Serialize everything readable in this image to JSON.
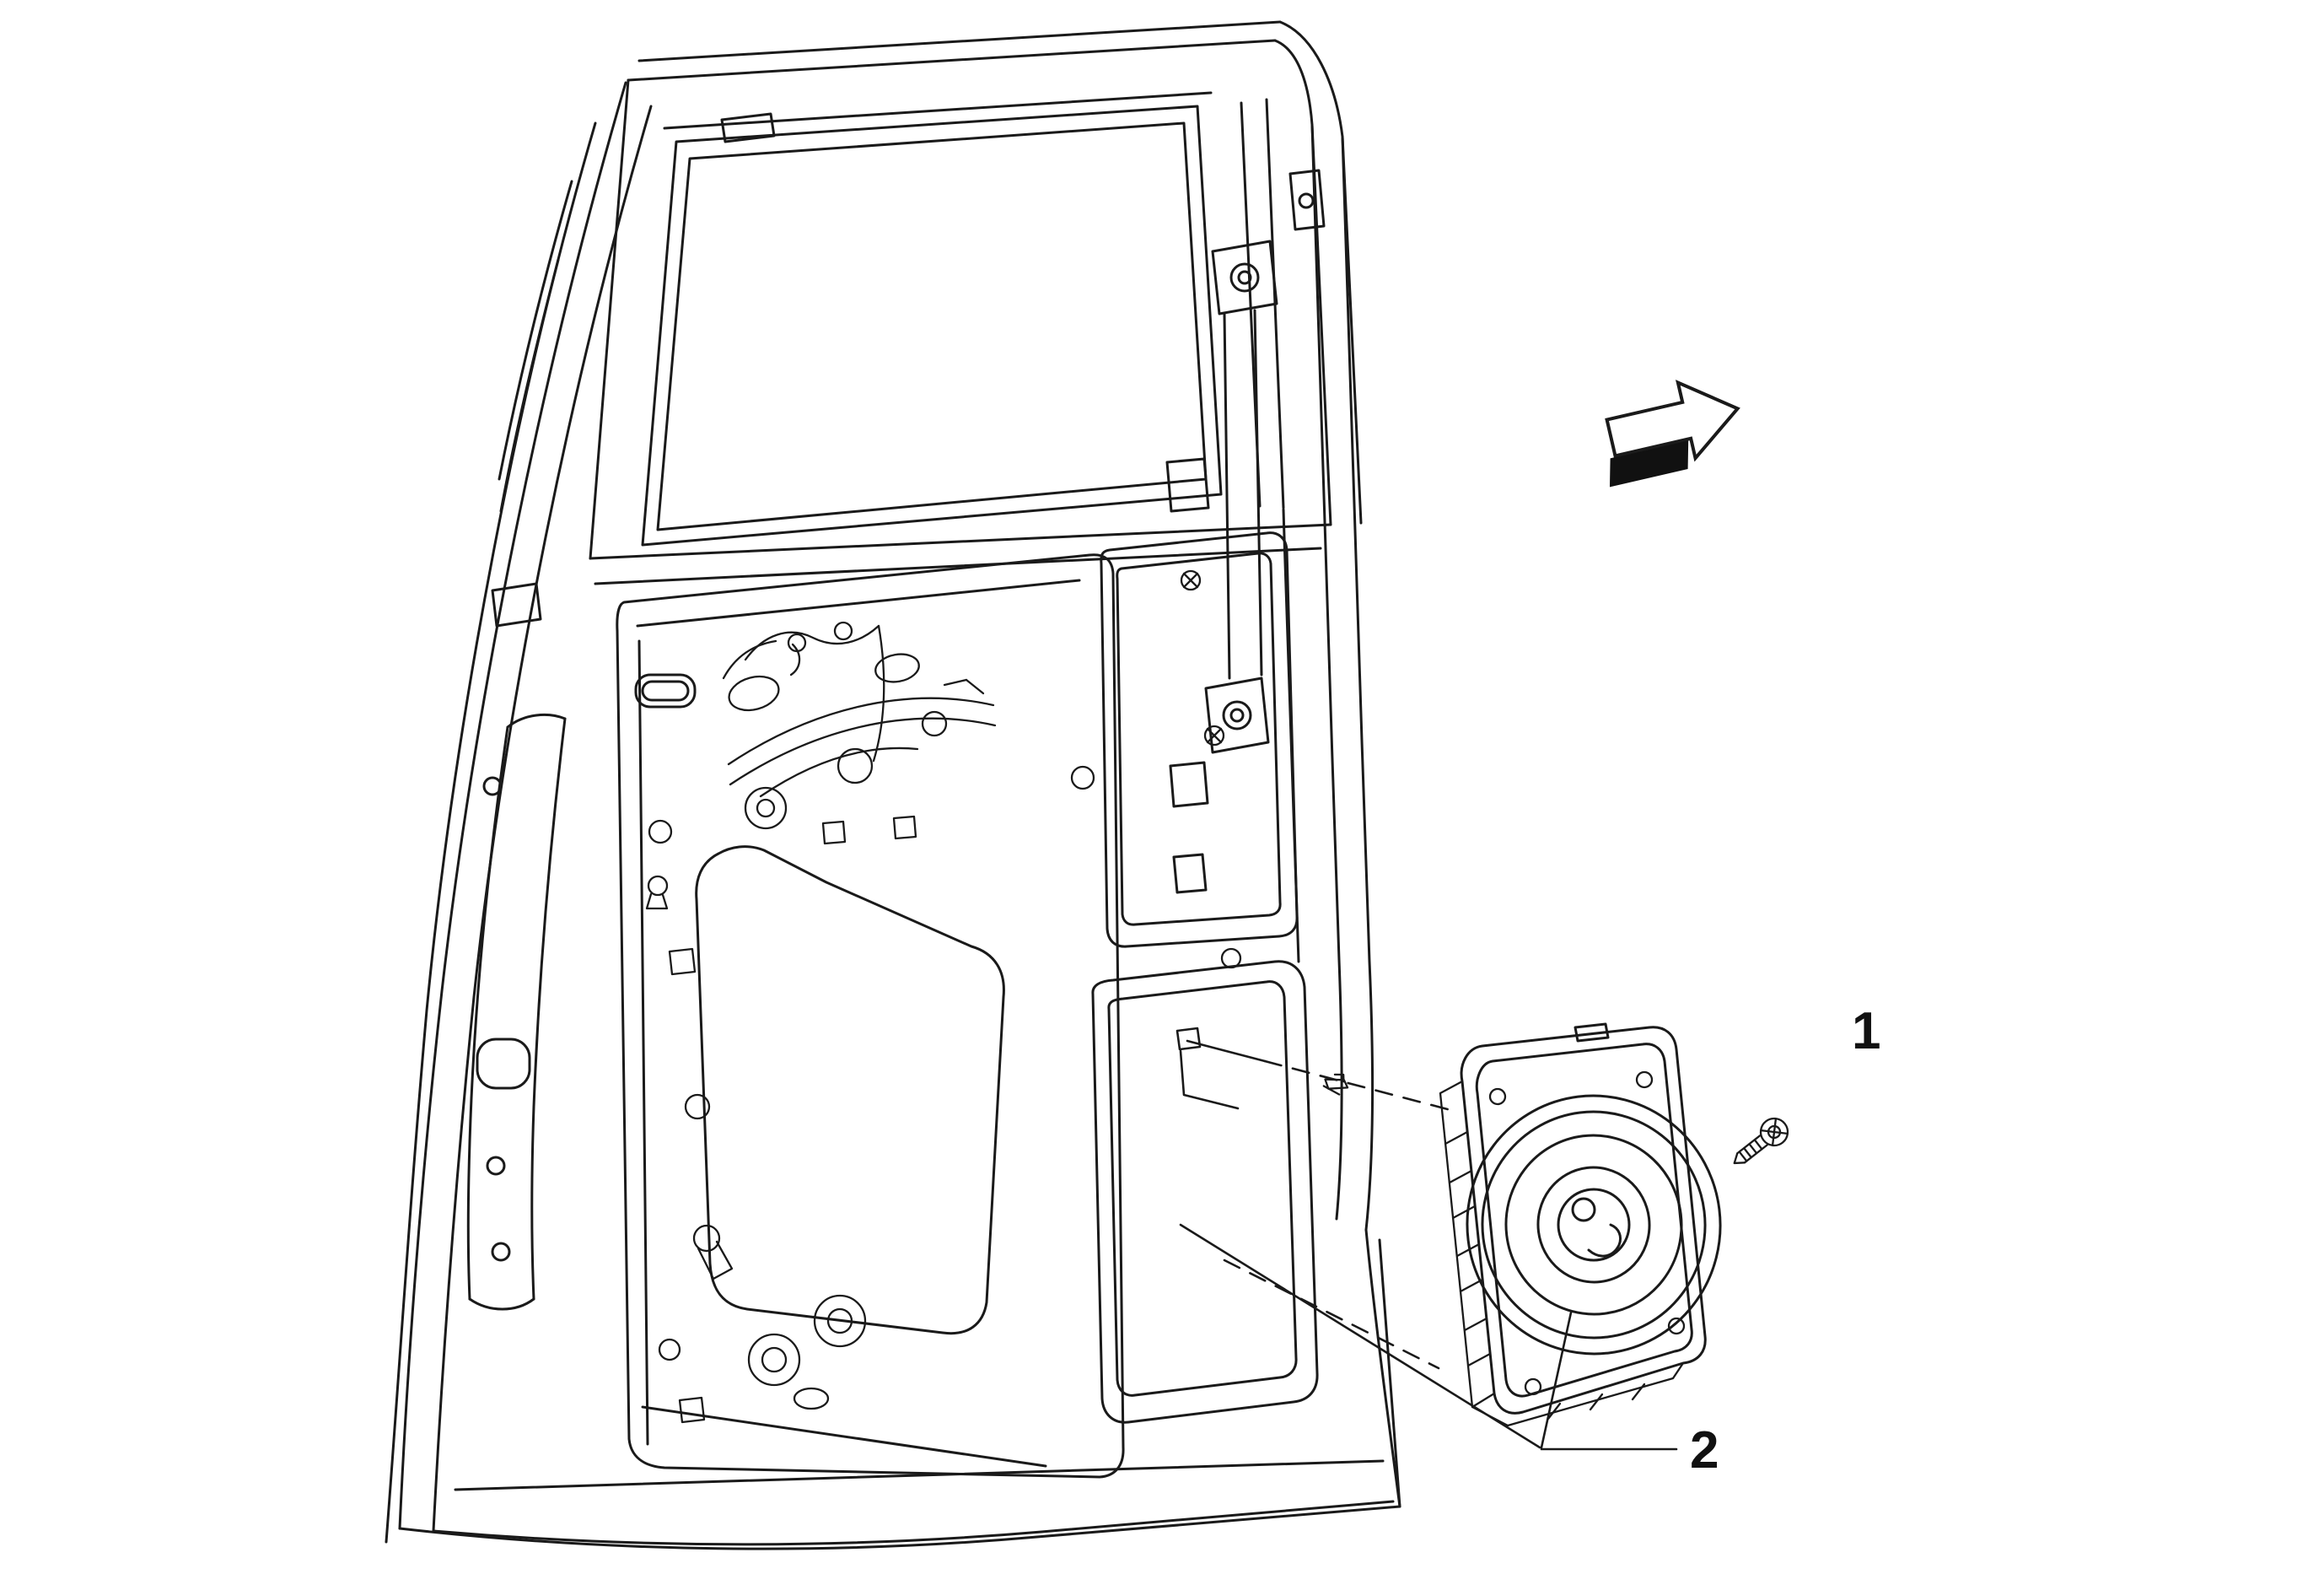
{
  "figure": {
    "background_color": "#ffffff",
    "line_color": "#1a1a1a"
  },
  "callouts": [
    {
      "label": "1"
    },
    {
      "label": "2"
    }
  ],
  "icons": {
    "direction_arrow": "forward-arrow"
  }
}
